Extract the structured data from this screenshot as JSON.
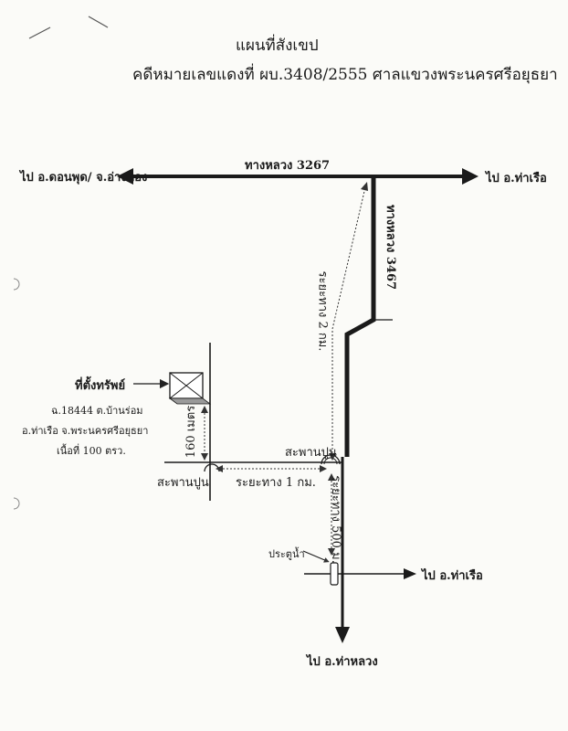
{
  "header": {
    "title": "แผนที่สังเขป",
    "subtitle": "คดีหมายเลขแดงที่ ผบ.3408/2555 ศาลแขวงพระนครศรีอยุธยา"
  },
  "roads": {
    "main_road": "ทางหลวง 3267",
    "branch_road": "ทางหลวง 3467"
  },
  "directions": {
    "west": "ไป อ.ดอนพุด/ จ.อ่างทอง",
    "east_top": "ไป อ.ท่าเรือ",
    "east_mid": "ไป อ.ท่าเรือ",
    "south": "ไป อ.ท่าหลวง"
  },
  "distances": {
    "d_2km": "ระยะทาง 2 กม.",
    "d_1km": "ระยะทาง 1 กม.",
    "d_500m": "ระยะทาง 500 ม.",
    "d_160m": "160 เมตร"
  },
  "landmarks": {
    "bridge_right": "สะพานปูน",
    "bridge_left": "สะพานปูน",
    "sluice_gate": "ประตูน้ำ"
  },
  "property": {
    "label": "ที่ตั้งทรัพย์",
    "line1": "ฉ.18444 ต.บ้านร่อม",
    "line2": "อ.ท่าเรือ จ.พระนครศรีอยุธยา",
    "line3": "เนื้อที่ 100 ตรว."
  }
}
